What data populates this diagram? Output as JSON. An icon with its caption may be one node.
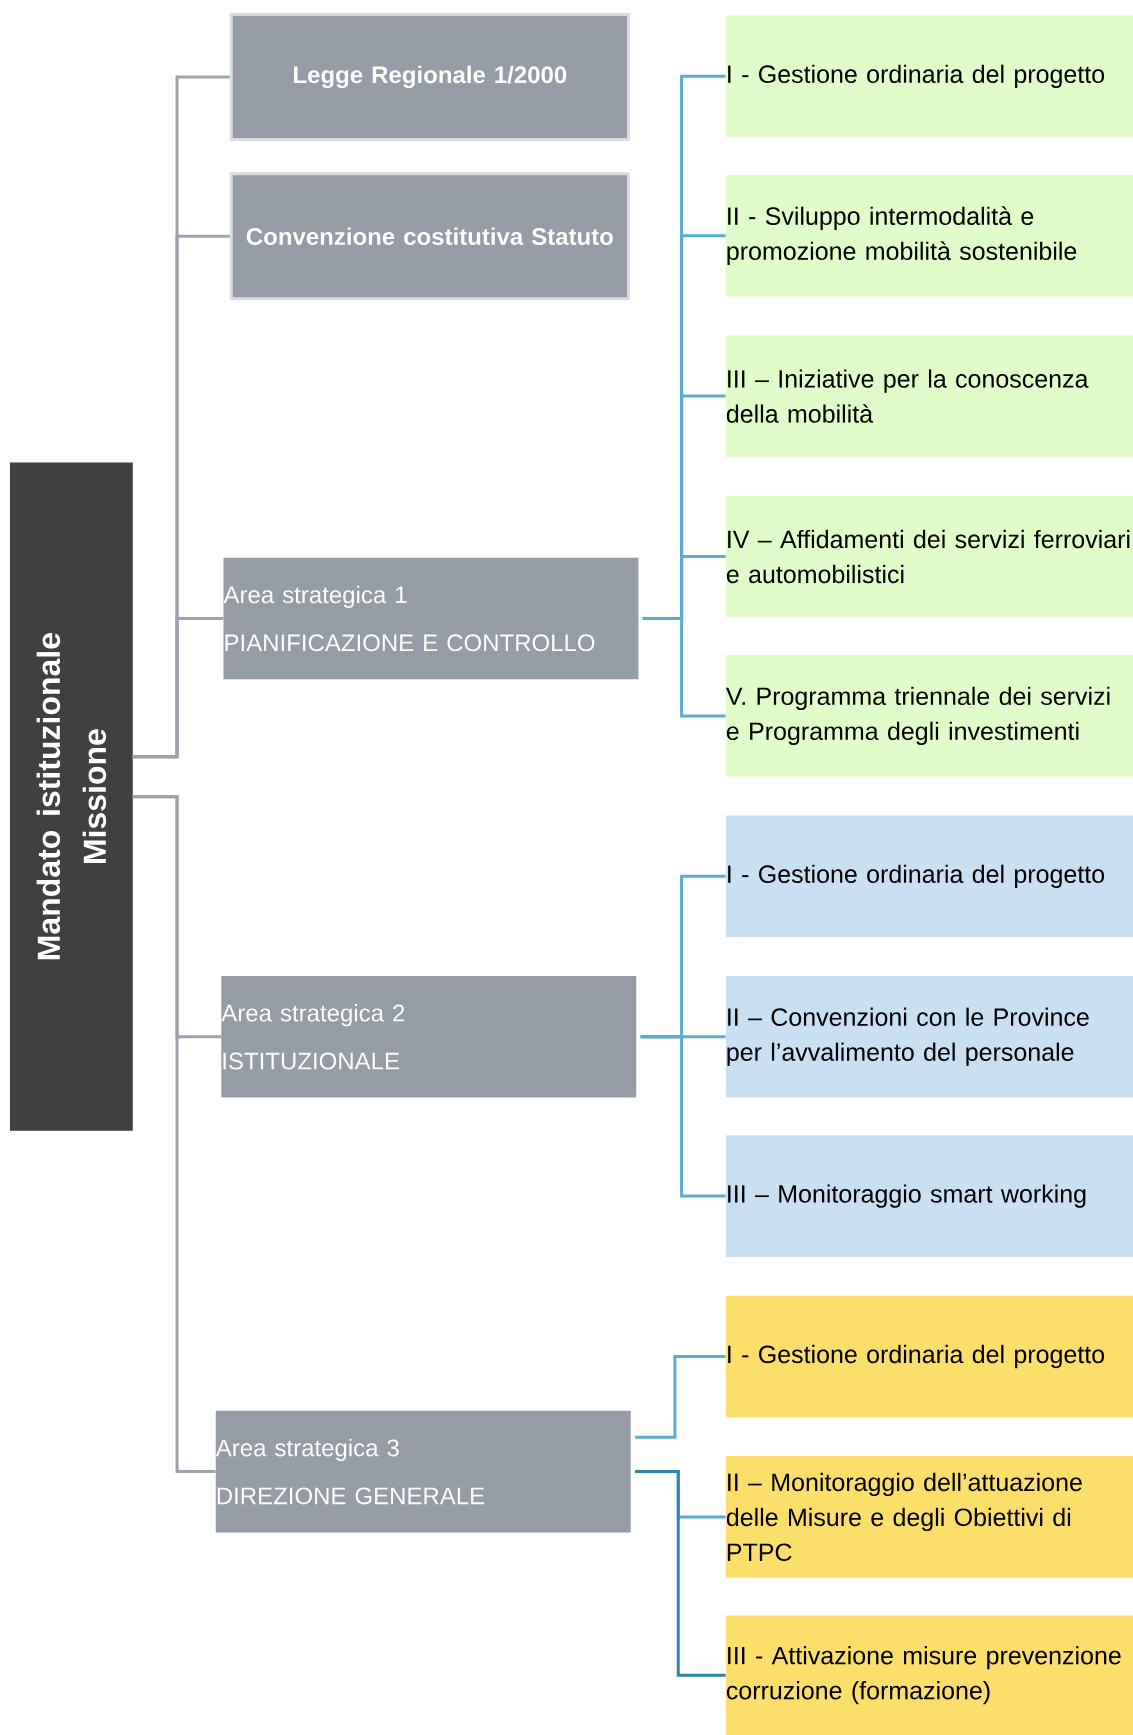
{
  "diagram": {
    "nodes": [
      {
        "text": [
          "Mandato istituzionale",
          "Missione"
        ]
      },
      {
        "text": [
          "Legge Regionale 1/2000"
        ]
      },
      {
        "text": [
          "Convenzione costitutiva Statuto"
        ]
      },
      {
        "text": [
          "Area strategica 1",
          "PIANIFICAZIONE E CONTROLLO"
        ]
      },
      {
        "text": [
          "I - Gestione ordinaria del progetto"
        ]
      },
      {
        "text": [
          "II - Sviluppo intermodalità e promozione mobilità sostenibile"
        ]
      },
      {
        "text": [
          "III – Iniziative per la conoscenza della mobilità"
        ]
      },
      {
        "text": [
          "IV – Affidamenti dei servizi ferroviari e automobilistici"
        ]
      },
      {
        "text": [
          "V. Programma triennale dei servizi e Programma degli investimenti"
        ]
      },
      {
        "text": [
          "Area strategica 2",
          "ISTITUZIONALE"
        ]
      },
      {
        "text": [
          "I - Gestione ordinaria del progetto"
        ]
      },
      {
        "text": [
          "II – Convenzioni con le Province per l’avvalimento del personale"
        ]
      },
      {
        "text": [
          "III – Monitoraggio smart working"
        ]
      },
      {
        "text": [
          "Area strategica 3",
          "DIREZIONE GENERALE"
        ]
      },
      {
        "text": [
          "I - Gestione ordinaria del progetto"
        ]
      },
      {
        "text": [
          "II – Monitoraggio dell’attuazione delle Misure e degli Obiettivi di PTPC"
        ]
      },
      {
        "text": [
          "III - Attivazione misure prevenzione corruzione (formazione)"
        ]
      }
    ],
    "edges": [
      {
        "from": 0,
        "to": 1,
        "arrow": "none",
        "color": "#9ba2aa"
      },
      {
        "from": 0,
        "to": 2,
        "arrow": "none",
        "color": "#9ba2aa"
      },
      {
        "from": 0,
        "to": 3,
        "arrow": "none",
        "color": "#9ba2aa"
      },
      {
        "from": 0,
        "to": 9,
        "arrow": "none",
        "color": "#9ba2aa"
      },
      {
        "from": 0,
        "to": 13,
        "arrow": "none",
        "color": "#9ba2aa"
      },
      {
        "from": 3,
        "to": 4,
        "arrow": "none"
      },
      {
        "from": 3,
        "to": 5,
        "arrow": "none"
      },
      {
        "from": 3,
        "to": 6,
        "arrow": "none"
      },
      {
        "from": 3,
        "to": 7,
        "arrow": "none"
      },
      {
        "from": 3,
        "to": 8,
        "arrow": "none"
      },
      {
        "from": 9,
        "to": 10,
        "arrow": "none"
      },
      {
        "from": 9,
        "to": 11,
        "arrow": "none"
      },
      {
        "from": 9,
        "to": 12,
        "arrow": "none"
      },
      {
        "from": 13,
        "to": 14,
        "arrow": "none"
      },
      {
        "from": 13,
        "to": 15,
        "arrow": "none"
      },
      {
        "from": 13,
        "to": 16,
        "arrow": "none",
        "color": "#2f86a6"
      }
    ]
  }
}
